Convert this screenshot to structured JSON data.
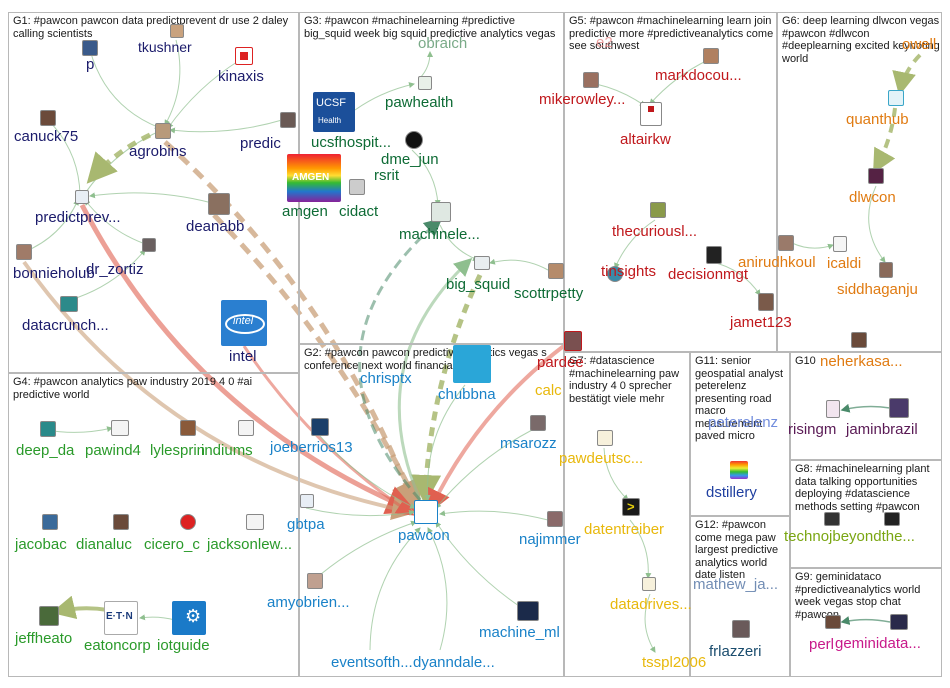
{
  "groups": [
    {
      "id": "g1",
      "title": "G1: #pawcon pawcon data predictprevent dr use 2 daley calling scientists",
      "color": "#1b1b6b"
    },
    {
      "id": "g3",
      "title": "G3: #pawcon #machinelearning #predictive big_squid week big squid predictive analytics vegas",
      "color": "#0e6b35"
    },
    {
      "id": "g5",
      "title": "G5: #pawcon #machinelearning learn join predictive more #predictiveanalytics come see southwest",
      "color": "#c0181c"
    },
    {
      "id": "g6",
      "title": "G6: deep learning dlwcon vegas #pawcon #dlwcon #deeplearning excited keynoting world",
      "color": "#e07b12"
    },
    {
      "id": "g2",
      "title": "G2: #pawcon pawcon predictive analytics vegas s conference next world financial",
      "color": "#1a82c8"
    },
    {
      "id": "g7",
      "title": "G7: #datascience #machinelearning paw industry 4 0 sprecher bestätigt viele mehr",
      "color": "#e8b80c"
    },
    {
      "id": "g11",
      "title": "G11: senior geospatial analyst peterelenz presenting road macro measurement paved micro",
      "color": "#1f3fa0"
    },
    {
      "id": "g10",
      "title": "G10",
      "color": "#5a1a55"
    },
    {
      "id": "g4",
      "title": "G4: #pawcon analytics paw industry 2019 4 0 #ai predictive world",
      "color": "#2a9a2a"
    },
    {
      "id": "g8",
      "title": "G8: #machinelearning plant data talking opportunities deploying #datascience methods setting #pawcon",
      "color": "#7aa612"
    },
    {
      "id": "g12",
      "title": "G12: #pawcon come mega paw largest predictive analytics world date listen",
      "color": "#1b4d6e"
    },
    {
      "id": "g9",
      "title": "G9: geminidataco #predictiveanalytics world week vegas stop chat #pawcon",
      "color": "#c8198a"
    }
  ],
  "nodes": {
    "p": {
      "label": "p"
    },
    "tkushner": {
      "label": "tkushner"
    },
    "kinaxis": {
      "label": "kinaxis"
    },
    "canuck75": {
      "label": "canuck75"
    },
    "agrobins": {
      "label": "agrobins"
    },
    "predic": {
      "label": "predic"
    },
    "predictprev": {
      "label": "predictprev..."
    },
    "deanabb": {
      "label": "deanabb"
    },
    "bonnieholub": {
      "label": "bonnieholub"
    },
    "dr_zortiz": {
      "label": "dr_zortiz"
    },
    "datacrunch": {
      "label": "datacrunch..."
    },
    "intel": {
      "label": "intel"
    },
    "obraich": {
      "label": "obraich"
    },
    "pawhealth": {
      "label": "pawhealth"
    },
    "ucsfhospit": {
      "label": "ucsfhospit..."
    },
    "dme_jun": {
      "label": "dme_jun"
    },
    "rsrit": {
      "label": "rsrit"
    },
    "amgen": {
      "label": "amgen"
    },
    "cidact": {
      "label": "cidact"
    },
    "machinele": {
      "label": "machinele..."
    },
    "big_squid": {
      "label": "big_squid"
    },
    "scottrpetty": {
      "label": "scottrpetty"
    },
    "chubbna": {
      "label": "chubbna"
    },
    "markdocou": {
      "label": "markdocou..."
    },
    "mikerowley": {
      "label": "mikerowley..."
    },
    "altairkw": {
      "label": "altairkw"
    },
    "thecuriousl": {
      "label": "thecuriousl..."
    },
    "decisionmgt": {
      "label": "decisionmgt"
    },
    "tinsights": {
      "label": "tinsights"
    },
    "jamet123": {
      "label": "jamet123"
    },
    "g5x": {
      "label": "e2"
    },
    "owell": {
      "label": "owell"
    },
    "quanthub": {
      "label": "quanthub"
    },
    "dlwcon": {
      "label": "dlwcon"
    },
    "anirudhkoul": {
      "label": "anirudhkoul"
    },
    "icaldi": {
      "label": "icaldi"
    },
    "siddhaganju": {
      "label": "siddhaganju"
    },
    "neherkasa": {
      "label": "neherkasa..."
    },
    "chrisptx": {
      "label": "chrisptx"
    },
    "pardee": {
      "label": "pardee"
    },
    "calc": {
      "label": "calc"
    },
    "msarozz": {
      "label": "msarozz"
    },
    "pawdeutsc": {
      "label": "pawdeutsc..."
    },
    "joeberrios13": {
      "label": "joeberrios13"
    },
    "gbtpa": {
      "label": "gbtpa"
    },
    "pawcon": {
      "label": "pawcon"
    },
    "najimmer": {
      "label": "najimmer"
    },
    "datentreiber": {
      "label": "datentreiber"
    },
    "amyobrien": {
      "label": "amyobrien..."
    },
    "datadrives": {
      "label": "datadrives..."
    },
    "machine_ml": {
      "label": "machine_ml"
    },
    "eventsofth": {
      "label": "eventsofth..."
    },
    "dyanndale": {
      "label": "dyanndale..."
    },
    "tsspl2006": {
      "label": "tsspl2006"
    },
    "peterelenz": {
      "label": "peterelenz"
    },
    "dstillery": {
      "label": "dstillery"
    },
    "risingm": {
      "label": "risingm"
    },
    "jaminbrazil": {
      "label": "jaminbrazil"
    },
    "deep_da": {
      "label": "deep_da"
    },
    "pawind4": {
      "label": "pawind4"
    },
    "lylesprin": {
      "label": "lylesprin"
    },
    "indiums": {
      "label": "indiums"
    },
    "jacobac": {
      "label": "jacobac"
    },
    "dianaluc": {
      "label": "dianaluc"
    },
    "cicero_c": {
      "label": "cicero_c"
    },
    "jacksonlew": {
      "label": "jacksonlew..."
    },
    "jeffheato": {
      "label": "jeffheato"
    },
    "eatoncorp": {
      "label": "eatoncorp"
    },
    "iotguide": {
      "label": "iotguide"
    },
    "technojbeyondthe": {
      "label": "technojbeyondthe..."
    },
    "mathew_ja": {
      "label": "mathew_ja..."
    },
    "frlazzeri": {
      "label": "frlazzeri"
    },
    "perl": {
      "label": "perl"
    },
    "geminidata": {
      "label": "geminidata..."
    }
  }
}
